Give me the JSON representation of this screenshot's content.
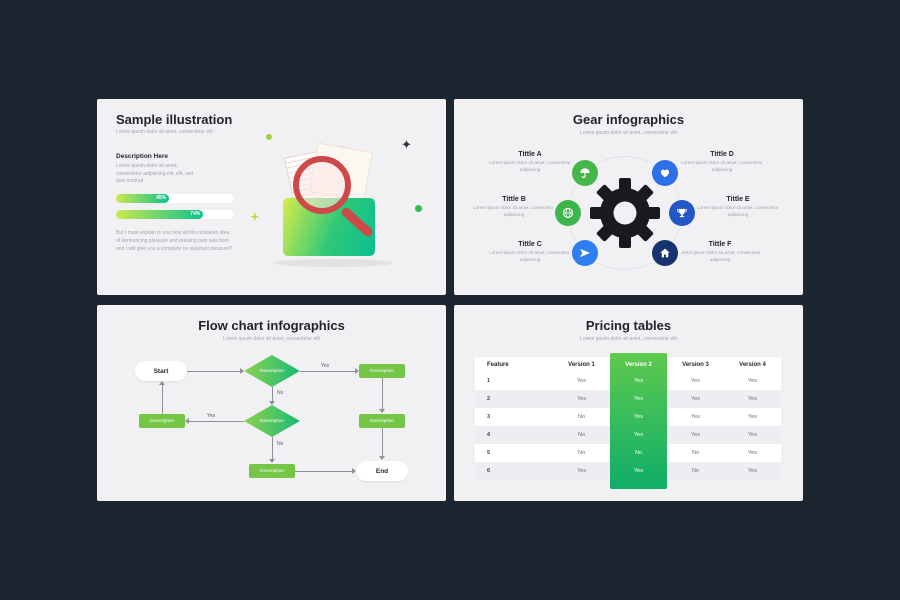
{
  "colors": {
    "canvas_bg": "#1d2531",
    "slide_bg": "#f1f1f4",
    "accent_gradient_start": "#cbe94f",
    "accent_gradient_end": "#0cc18c",
    "magnifier_red": "#ce4949",
    "flow_box_green": "#74c644",
    "pricing_highlight_green": "#2fbf5d"
  },
  "slide1": {
    "title": "Sample illustration",
    "subtitle": "Lorem ipsum dolor sit amet, consectetur elit",
    "description_label": "Description Here",
    "description_text": "Lorem ipsum dolor sit amet, consectetur adipiscing elit, elit, sed quis nostrud",
    "bars": [
      {
        "label": "45%",
        "percent": 45
      },
      {
        "label": "74%",
        "percent": 74
      }
    ],
    "paragraph": "But I must explain to you how all this mistaken idea of denouncing pleasure and praising pain was born and I will give you a complete no resultant pleasure?"
  },
  "slide2": {
    "title": "Gear infographics",
    "subtitle": "Lorem ipsum dolor sit amet, consectetur elit",
    "items": [
      {
        "label": "Tittle A",
        "text": "Lorem ipsum dolor sit amet, consectetur adipiscing",
        "icon": "umbrella-icon",
        "color": "#45b649"
      },
      {
        "label": "Tittle B",
        "text": "Lorem ipsum dolor sit amet, consectetur adipiscing",
        "icon": "globe-icon",
        "color": "#3cb54a"
      },
      {
        "label": "Tittle C",
        "text": "Lorem ipsum dolor sit amet, consectetur adipiscing",
        "icon": "plane-icon",
        "color": "#2d7ff0"
      },
      {
        "label": "Tittle D",
        "text": "Lorem ipsum dolor sit amet, consectetur adipiscing",
        "icon": "heart-icon",
        "color": "#2d6fe8"
      },
      {
        "label": "Tittle E",
        "text": "Lorem ipsum dolor sit amet, consectetur adipiscing",
        "icon": "trophy-icon",
        "color": "#2457c5"
      },
      {
        "label": "Tittle F",
        "text": "Lorem ipsum dolor sit amet, consectetur adipiscing",
        "icon": "home-icon",
        "color": "#16336e"
      }
    ]
  },
  "slide3": {
    "title": "Flow chart infographics",
    "subtitle": "Lorem ipsum dolor sit amet, consectetur elit",
    "start": "Start",
    "end": "End",
    "yes": "Yes",
    "no": "No",
    "nodes": {
      "diamond1": "Description",
      "diamond2": "Description",
      "box_right_top": "Description",
      "box_right_mid": "Description",
      "box_left": "Description",
      "box_bottom": "Description"
    }
  },
  "slide4": {
    "title": "Pricing tables",
    "subtitle": "Lorem ipsum dolor sit amet, consectetur elit",
    "headers": [
      "Feature",
      "Version 1",
      "Version 2",
      "Version 3",
      "Version 4"
    ],
    "rows": [
      {
        "feature": "1",
        "v1": "Yes",
        "v2": "Yes",
        "v3": "Yes",
        "v4": "Yes"
      },
      {
        "feature": "2",
        "v1": "Yes",
        "v2": "Yes",
        "v3": "Yes",
        "v4": "Yes"
      },
      {
        "feature": "3",
        "v1": "No",
        "v2": "Yes",
        "v3": "Yes",
        "v4": "Yes"
      },
      {
        "feature": "4",
        "v1": "No",
        "v2": "Yes",
        "v3": "Yes",
        "v4": "Yes"
      },
      {
        "feature": "5",
        "v1": "No",
        "v2": "No",
        "v3": "No",
        "v4": "Yes"
      },
      {
        "feature": "6",
        "v1": "Yes",
        "v2": "Yes",
        "v3": "No",
        "v4": "Yes"
      }
    ]
  }
}
